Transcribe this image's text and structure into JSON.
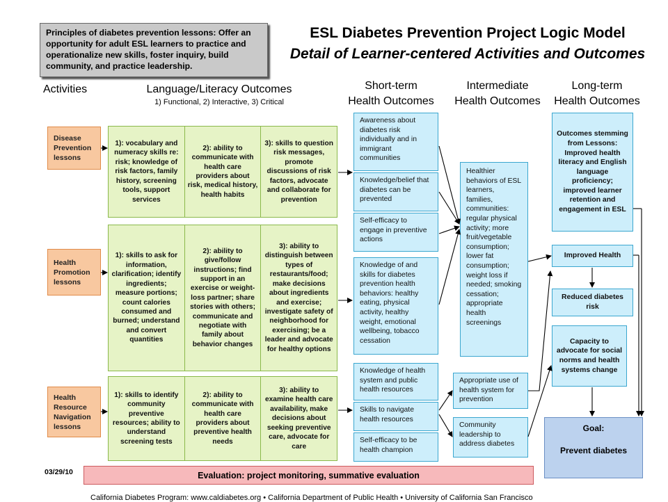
{
  "principles": "Principles of diabetes prevention lessons: Offer an opportunity for adult ESL learners to practice and operationalize new skills, foster inquiry, build community, and practice leadership.",
  "title": "ESL Diabetes Prevention Project Logic Model",
  "subtitle": "Detail of Learner-centered Activities and Outcomes",
  "headers": {
    "activities": "Activities",
    "language": "Language/Literacy Outcomes",
    "language_sub": "1) Functional, 2) Interactive, 3) Critical",
    "short_1": "Short-term",
    "short_2": "Health Outcomes",
    "inter_1": "Intermediate",
    "inter_2": "Health Outcomes",
    "long_1": "Long-term",
    "long_2": "Health Outcomes"
  },
  "activities": [
    "Disease Prevention lessons",
    "Health Promotion lessons",
    "Health Resource Navigation lessons"
  ],
  "literacy": [
    [
      "1): vocabulary and numeracy skills re: risk; knowledge of risk factors, family history, screening tools, support services",
      "2): ability to communicate with health care providers about risk, medical history, health habits",
      "3): skills to question risk messages, promote discussions of risk factors, advocate and collaborate for prevention"
    ],
    [
      "1): skills to ask for information, clarification; identify ingredients; measure portions; count calories consumed and burned; understand and convert quantities",
      "2): ability to give/follow instructions; find support in an exercise or weight-loss partner; share stories with others; communicate and negotiate with family about behavior changes",
      "3): ability to distinguish between types of restaurants/food; make decisions about ingredients and exercise; investigate safety of neighborhood for exercising; be a leader and advocate for healthy options"
    ],
    [
      "1): skills to identify community preventive resources; ability to understand screening tests",
      "2): ability to communicate with health care providers about preventive health needs",
      "3): ability to examine health care availability, make decisions about seeking preventive care, advocate for care"
    ]
  ],
  "short_term": [
    [
      "Awareness about diabetes risk individually and in immigrant communities",
      "Knowledge/belief that diabetes can be prevented",
      "Self-efficacy to engage in preventive actions"
    ],
    [
      "Knowledge of and skills for diabetes prevention health behaviors: healthy eating, physical activity, healthy weight, emotional wellbeing, tobacco cessation"
    ],
    [
      "Knowledge of health system and public health resources",
      "Skills to navigate health resources",
      "Self-efficacy to be health champion"
    ]
  ],
  "intermediate": [
    "Healthier behaviors of ESL learners, families, communities: regular physical activity; more fruit/vegetable consumption; lower fat consumption; weight loss if needed; smoking cessation; appropriate health screenings",
    "Appropriate use of health system for prevention",
    "Community leadership to address diabetes"
  ],
  "long_term": [
    "Outcomes stemming from Lessons: Improved health literacy and English language proficiency; improved learner retention and engagement in ESL",
    "Improved Health",
    "Reduced diabetes risk",
    "Capacity to advocate for social norms and health systems change"
  ],
  "goal_label": "Goal:",
  "goal_text": "Prevent diabetes",
  "evaluation": "Evaluation: project monitoring, summative evaluation",
  "date": "03/29/10",
  "footer": "California Diabetes Program: www.caldiabetes.org • California Department of Public Health • University of California San Francisco",
  "colors": {
    "activity_fill": "#f8c8a0",
    "literacy_fill": "#e6f3c6",
    "outcome_fill": "#cdeefb",
    "goal_fill": "#bcd2ee",
    "evaluation_fill": "#f7b9bb"
  }
}
